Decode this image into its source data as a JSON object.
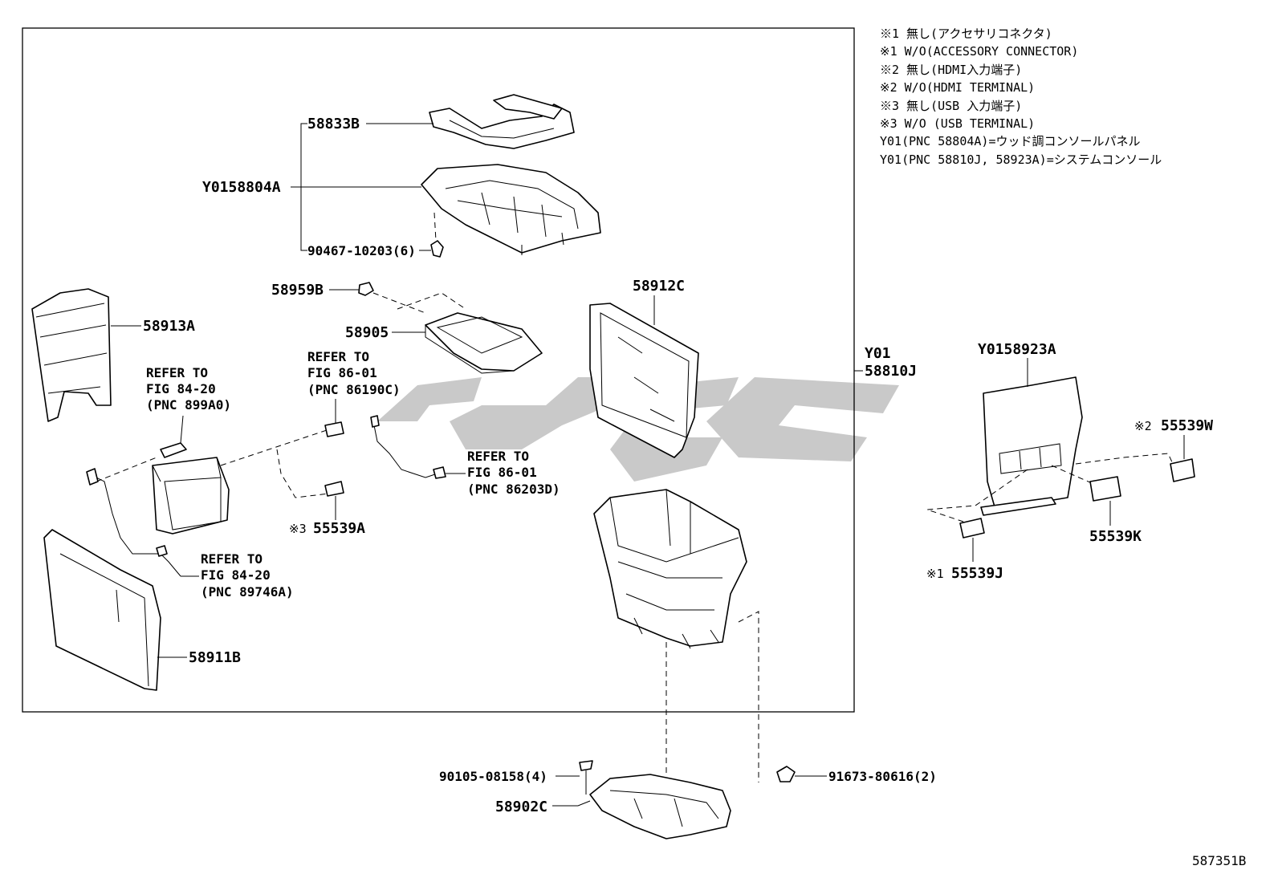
{
  "notes": [
    "※1  無し(アクセサリコネクタ)",
    "※1  W/O(ACCESSORY CONNECTOR)",
    "※2  無し(HDMI入力端子)",
    "※2  W/O(HDMI TERMINAL)",
    "※3  無し(USB 入力端子)",
    "※3  W/O (USB TERMINAL)",
    "Y01(PNC 58804A)=ウッド調コンソールパネル",
    "Y01(PNC 58810J, 58923A)=システムコンソール"
  ],
  "labels": {
    "p58833B": "58833B",
    "pY0158804A": "Y0158804A",
    "p90467": "90467-10203(6)",
    "p58959B": "58959B",
    "p58905": "58905",
    "p58912C": "58912C",
    "p58913A": "58913A",
    "y01_line1": "Y01",
    "y01_line2": "58810J",
    "pY0158923A": "Y0158923A",
    "p55539W": "55539W",
    "p55539W_mark": "※2",
    "p55539K": "55539K",
    "p55539J": "55539J",
    "p55539J_mark": "※1",
    "p55539A": "55539A",
    "p55539A_mark": "※3",
    "p58911B": "58911B",
    "p90105": "90105-08158(4)",
    "p58902C": "58902C",
    "p91673": "91673-80616(2)"
  },
  "refs": {
    "r899A0": [
      "REFER TO",
      "FIG 84-20",
      "(PNC 899A0)"
    ],
    "r86190C": [
      "REFER TO",
      "FIG 86-01",
      "(PNC 86190C)"
    ],
    "r86203D": [
      "REFER TO",
      "FIG 86-01",
      "(PNC 86203D)"
    ],
    "r89746A": [
      "REFER TO",
      "FIG 84-20",
      "(PNC 89746A)"
    ]
  },
  "doc_id": "587351B",
  "colors": {
    "line": "#000000",
    "watermark": "#c9c9c9",
    "background": "#ffffff"
  }
}
